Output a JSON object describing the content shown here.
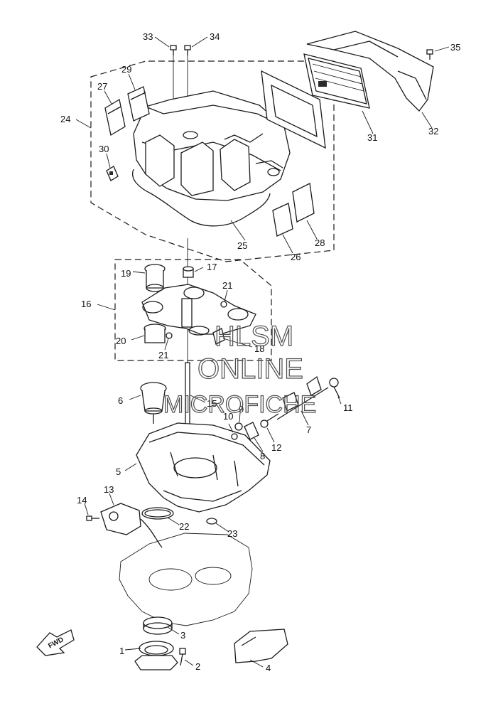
{
  "callouts": [
    "1",
    "2",
    "3",
    "4",
    "5",
    "6",
    "7",
    "8",
    "9",
    "10",
    "11",
    "12",
    "13",
    "14",
    "15",
    "16",
    "17",
    "18",
    "19",
    "20",
    "21",
    "21",
    "22",
    "23",
    "24",
    "25",
    "26",
    "27",
    "28",
    "29",
    "30",
    "31",
    "32",
    "33",
    "34",
    "35"
  ],
  "watermark": {
    "line1": "HLSM",
    "line2": "ONLINE",
    "line3": "MICROFICHE"
  },
  "direction_label": "FWD"
}
